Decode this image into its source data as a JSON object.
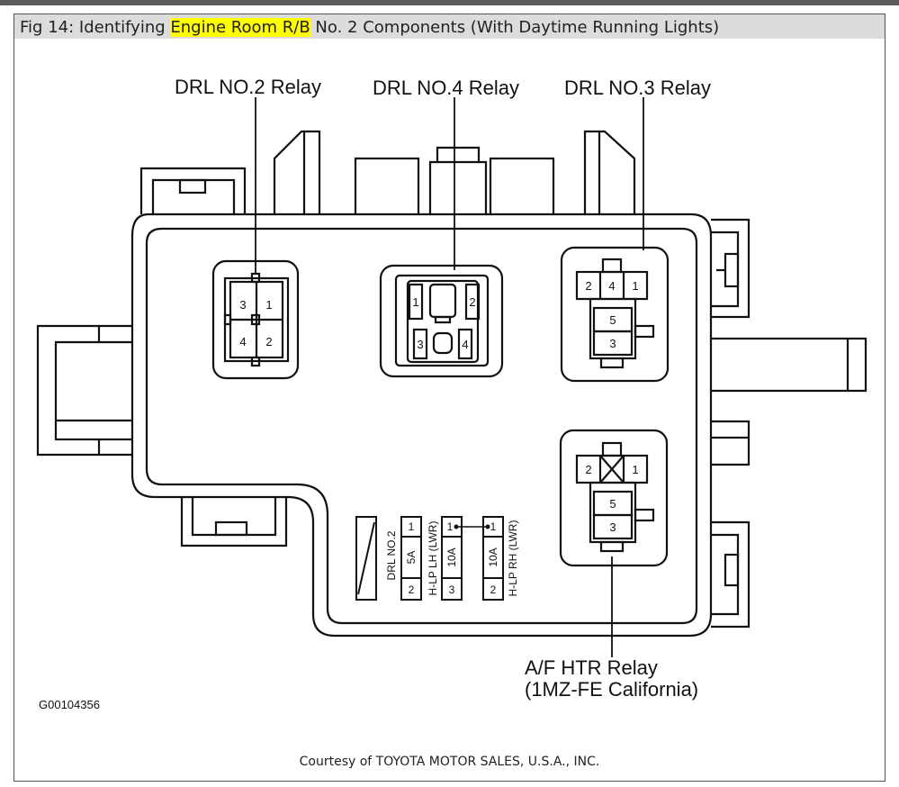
{
  "caption": {
    "prefix": "Fig 14: Identifying ",
    "highlight": "Engine Room R/B",
    "suffix": " No. 2 Components (With Daytime Running Lights)"
  },
  "labels": {
    "drl2": "DRL NO.2 Relay",
    "drl4": "DRL NO.4 Relay",
    "drl3": "DRL NO.3 Relay",
    "afhtr_line1": "A/F HTR Relay",
    "afhtr_line2": "(1MZ-FE California)",
    "figure_id": "G00104356"
  },
  "relay_drl2": {
    "pins": [
      "3",
      "1",
      "4",
      "2"
    ]
  },
  "relay_drl4": {
    "pins": [
      "1",
      "2",
      "3",
      "4"
    ]
  },
  "relay_drl3": {
    "pins": [
      "2",
      "4",
      "1",
      "5",
      "3"
    ]
  },
  "relay_afhtr": {
    "pins": [
      "2",
      "1",
      "5",
      "3"
    ]
  },
  "fuses": {
    "drl2": {
      "name": "DRL NO.2",
      "rating": "5A",
      "pin_top": "1",
      "pin_bottom": "2"
    },
    "hlp_lh": {
      "name": "H-LP LH (LWR)",
      "rating": "10A",
      "pin_top": "1",
      "pin_bottom": "3"
    },
    "hlp_rh": {
      "name": "H-LP RH (LWR)",
      "rating": "10A",
      "pin_top": "1",
      "pin_bottom": "2"
    }
  },
  "footer": {
    "courtesy": "Courtesy of TOYOTA MOTOR SALES, U.S.A., INC."
  }
}
